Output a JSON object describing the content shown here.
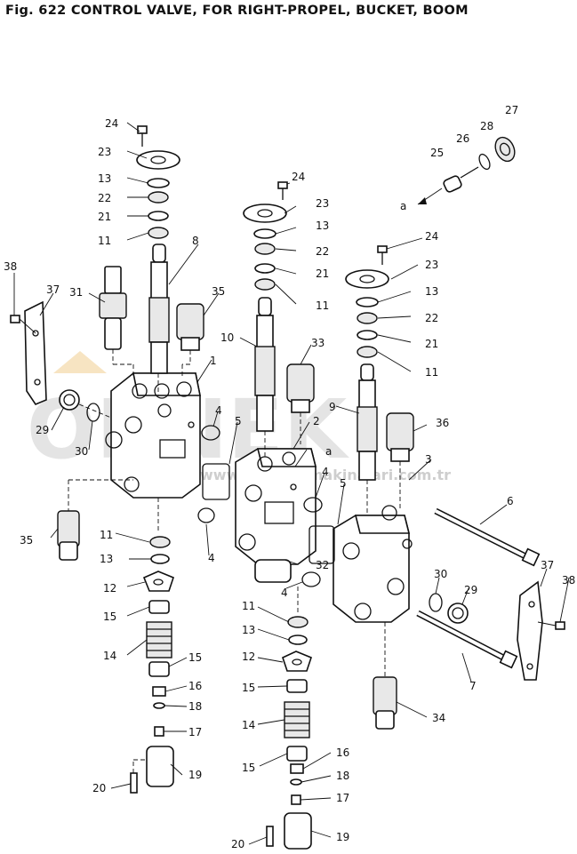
{
  "figure": {
    "title": "Fig. 622  CONTROL VALVE, FOR RIGHT-PROPEL, BUCKET, BOOM"
  },
  "watermark": {
    "brand": "ORNEK",
    "url": "www.ornekis makinalari.com.tr"
  },
  "callouts": [
    "1",
    "2",
    "3",
    "4",
    "5",
    "6",
    "7",
    "8",
    "9",
    "10",
    "11",
    "12",
    "13",
    "14",
    "15",
    "16",
    "17",
    "18",
    "19",
    "20",
    "21",
    "22",
    "23",
    "24",
    "25",
    "26",
    "27",
    "28",
    "29",
    "30",
    "31",
    "32",
    "33",
    "34",
    "35",
    "36",
    "37",
    "38",
    "a"
  ],
  "colors": {
    "ink": "#111111",
    "watermark_gray": "#d9d9d9",
    "watermark_orange": "#f3d9a8"
  }
}
